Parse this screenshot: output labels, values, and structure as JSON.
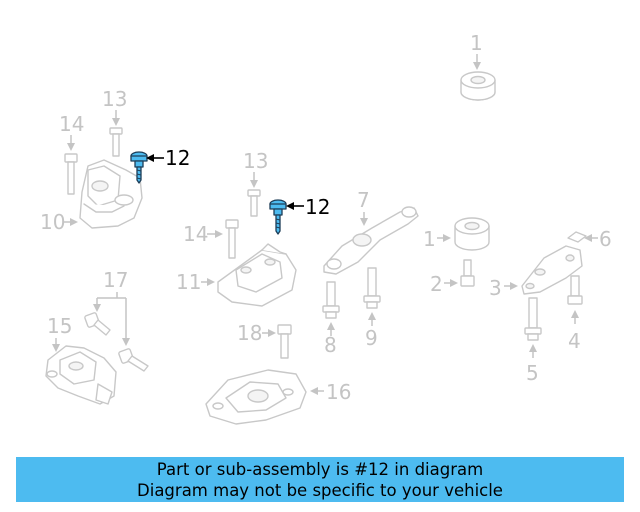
{
  "diagram": {
    "highlight_color": "#4dbbf0",
    "callout_numbers": [
      "1",
      "1",
      "2",
      "3",
      "4",
      "5",
      "6",
      "7",
      "8",
      "9",
      "10",
      "11",
      "12",
      "12",
      "13",
      "13",
      "14",
      "14",
      "15",
      "16",
      "17",
      "18"
    ],
    "highlighted_part": "12"
  },
  "notice": {
    "line1": "Part or sub-assembly is #12 in diagram",
    "line2": "Diagram may not be specific to your vehicle"
  }
}
